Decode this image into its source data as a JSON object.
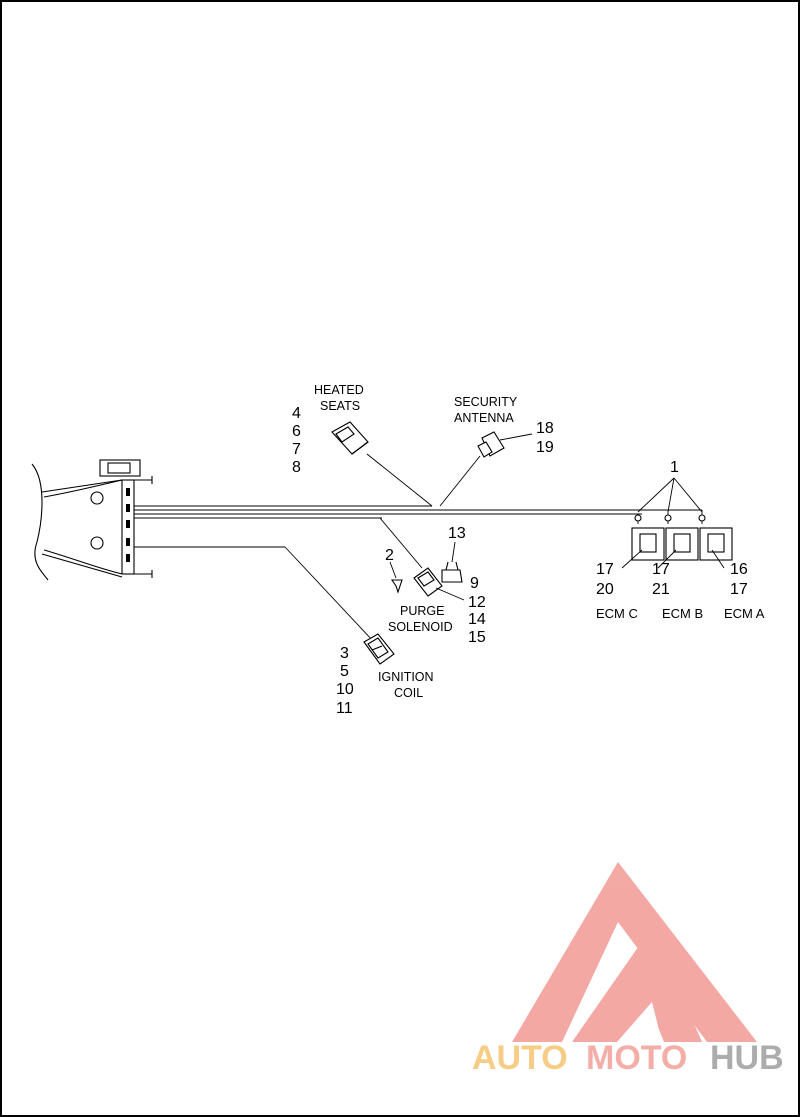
{
  "labels": {
    "heated_seats": [
      "HEATED",
      "SEATS"
    ],
    "security_antenna": [
      "SECURITY",
      "ANTENNA"
    ],
    "purge_solenoid": [
      "PURGE",
      "SOLENOID"
    ],
    "ignition_coil": [
      "IGNITION",
      "COIL"
    ],
    "ecm_c": "ECM C",
    "ecm_b": "ECM B",
    "ecm_a": "ECM A"
  },
  "callouts": {
    "heated_seats": [
      "4",
      "6",
      "7",
      "8"
    ],
    "security_antenna": [
      "18",
      "19"
    ],
    "ecm_group": "1",
    "purge_clip": "2",
    "purge_connector": "13",
    "purge_solenoid": [
      "9",
      "12",
      "14",
      "15"
    ],
    "ignition_coil": [
      "3",
      "5",
      "10",
      "11"
    ],
    "ecm_c": [
      "17",
      "20"
    ],
    "ecm_b": [
      "17",
      "21"
    ],
    "ecm_a": [
      "16",
      "17"
    ]
  },
  "watermark": {
    "auto": "AUTO",
    "moto": "MOTO",
    "hub": "HUB",
    "colors": {
      "auto": "#f6c470",
      "moto": "#f3a09a",
      "hub": "#9e9e9e",
      "triangle": "#f19a94"
    }
  }
}
